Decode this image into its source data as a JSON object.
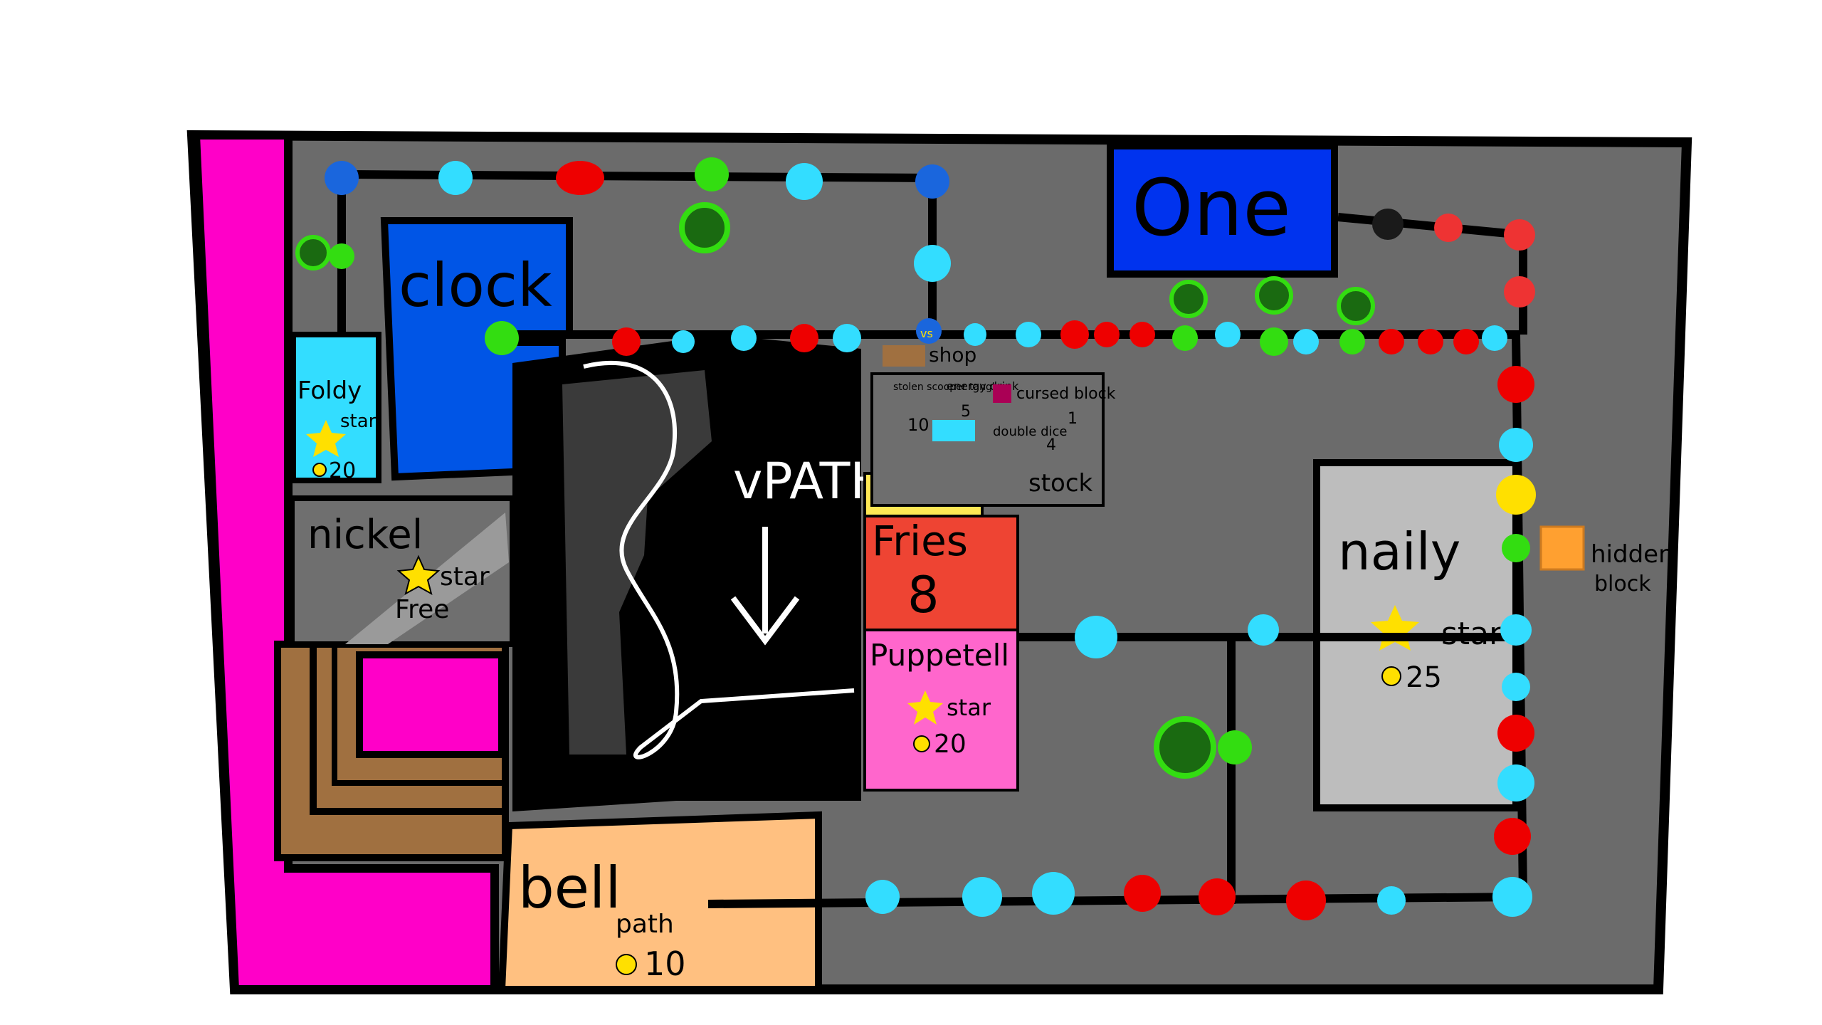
{
  "zones": {
    "clock": "clock",
    "one": "One",
    "foldy": "Foldy",
    "foldy_star": "star",
    "foldy_cost": "20",
    "nickel": "nickel",
    "nickel_star": "star",
    "nickel_cost": "Free",
    "vpath": "vPATH",
    "fries_8": "Fries",
    "fries_amp": "8",
    "puppetell": "Puppetell",
    "puppetell_star": "star",
    "puppetell_cost": "20",
    "naily": "naily",
    "naily_star": "star",
    "naily_cost": "25",
    "bell": "bell",
    "bell_path": "path",
    "bell_cost": "10"
  },
  "shop": {
    "title": "shop",
    "stock": "stock",
    "items": [
      {
        "name": "stolen scooper tangle",
        "price": "10"
      },
      {
        "name": "energy drink",
        "price": "5"
      },
      {
        "name": "cursed block",
        "price": "1"
      },
      {
        "name": "double dice",
        "price": "4"
      }
    ]
  },
  "hidden": {
    "label1": "hidden",
    "label2": "block"
  },
  "vs": "vs",
  "colors": {
    "pink": "#ff00c8",
    "grey": "#6b6b6b",
    "blue": "#0055e6",
    "deep_blue": "#0033ee",
    "cyan": "#33ddff",
    "red": "#ee0000",
    "green": "#33dd11",
    "tan": "#ffc080",
    "brown": "#a07040",
    "fries_red": "#ee4433",
    "puppet_pink": "#ff66cc",
    "light_grey": "#bdbdbd",
    "yellow": "#ffe000"
  }
}
